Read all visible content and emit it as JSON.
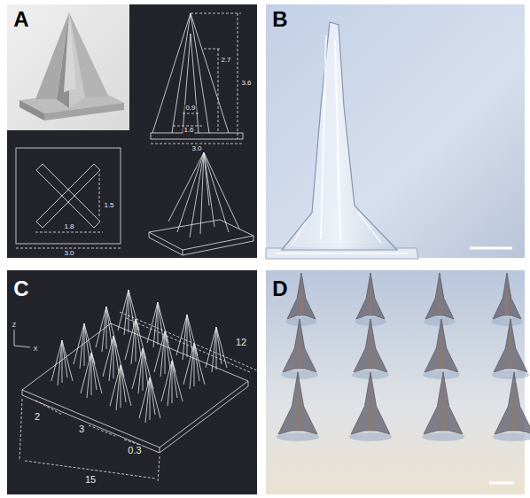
{
  "diagram": {
    "labels": [
      "A",
      "B",
      "C",
      "D",
      "2.7",
      "3.6",
      "0.9",
      "1.6",
      "3.0",
      "1.5",
      "1.8",
      "3.0",
      "12",
      "2",
      "3",
      "0.3",
      "15",
      "Z",
      "X"
    ]
  }
}
